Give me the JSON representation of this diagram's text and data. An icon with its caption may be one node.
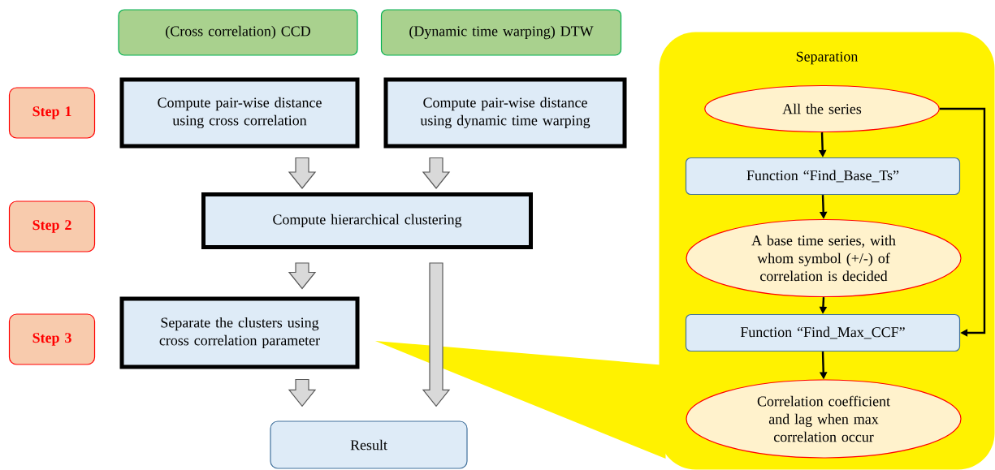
{
  "diagram": {
    "nodes": [
      {
        "text": [
          "(Cross correlation) CCD"
        ]
      },
      {
        "text": [
          "(Dynamic time warping) DTW"
        ]
      },
      {
        "text": [
          "Step 1"
        ]
      },
      {
        "text": [
          "Step 2"
        ]
      },
      {
        "text": [
          "Step 3"
        ]
      },
      {
        "text": [
          "Compute pair-wise distance using cross correlation"
        ]
      },
      {
        "text": [
          "Compute pair-wise distance using dynamic time warping"
        ]
      },
      {
        "text": [
          "Compute hierarchical clustering"
        ]
      },
      {
        "text": [
          "Separate the clusters using cross correlation parameter"
        ]
      },
      {
        "text": [
          "Result"
        ]
      },
      {
        "text": [
          "Separation"
        ]
      },
      {
        "text": [
          "All the series"
        ],
        "in": 10
      },
      {
        "text": [
          "Function “Find_Base_Ts”"
        ],
        "in": 10
      },
      {
        "text": [
          "A base time series, with whom symbol (+/-) of correlation is decided"
        ],
        "in": 10
      },
      {
        "text": [
          "Function “Find_Max_CCF”"
        ],
        "in": 10
      },
      {
        "text": [
          "Correlation coefficient and lag when max correlation occur"
        ],
        "in": 10
      }
    ],
    "edges": [
      {
        "from": 5,
        "to": 7,
        "arrow": "to",
        "style": "thick"
      },
      {
        "from": 6,
        "to": 7,
        "arrow": "to",
        "style": "thick"
      },
      {
        "from": 7,
        "to": 8,
        "arrow": "to",
        "style": "thick"
      },
      {
        "from": 8,
        "to": 9,
        "arrow": "to",
        "style": "thick"
      },
      {
        "from": 7,
        "to": 9,
        "arrow": "to",
        "style": "thick"
      },
      {
        "from": 11,
        "to": 12,
        "arrow": "to"
      },
      {
        "from": 12,
        "to": 13,
        "arrow": "to"
      },
      {
        "from": 13,
        "to": 14,
        "arrow": "to"
      },
      {
        "from": 11,
        "to": 14,
        "arrow": "to"
      },
      {
        "from": 14,
        "to": 15,
        "arrow": "to"
      }
    ]
  }
}
